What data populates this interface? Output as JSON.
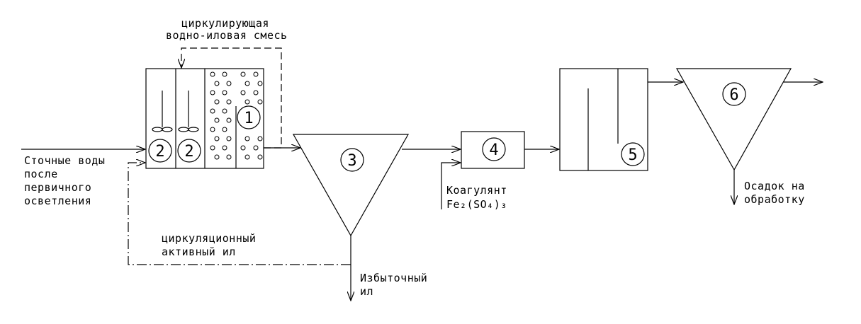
{
  "labels": {
    "recirc_top_1": "циркулирующая",
    "recirc_top_2": "водно-иловая смесь",
    "inflow_1": "Сточные воды",
    "inflow_2": "после",
    "inflow_3": "первичного",
    "inflow_4": "осветления",
    "return_sludge_1": "циркуляционный",
    "return_sludge_2": "активный ил",
    "excess_1": "Избыточный",
    "excess_2": "ил",
    "coag_1": "Коагулянт",
    "coag_2": "Fe₂(SO₄)₃",
    "sediment_1": "Осадок на",
    "sediment_2": "обработку"
  },
  "units": {
    "n1": "1",
    "n2a": "2",
    "n2b": "2",
    "n3": "3",
    "n4": "4",
    "n5": "5",
    "n6": "6"
  }
}
